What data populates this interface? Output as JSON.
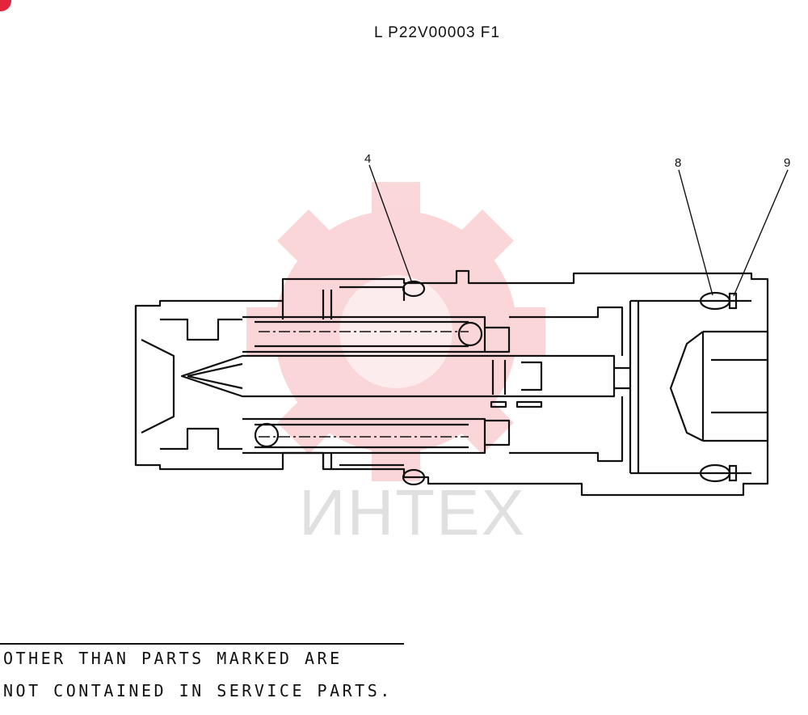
{
  "drawing_code": "L P22V00003 F1",
  "callouts": {
    "part_4": "4",
    "part_8": "8",
    "part_9": "9"
  },
  "note": {
    "line1": "OTHER THAN PARTS MARKED ARE",
    "line2": "NOT CONTAINED IN SERVICE PARTS."
  },
  "watermark": {
    "text": "ИНТЕХ",
    "color": "#e3243b"
  },
  "colors": {
    "ink": "#111111",
    "watermark_red": "#f5b5b8",
    "badge": "#e3243b"
  }
}
